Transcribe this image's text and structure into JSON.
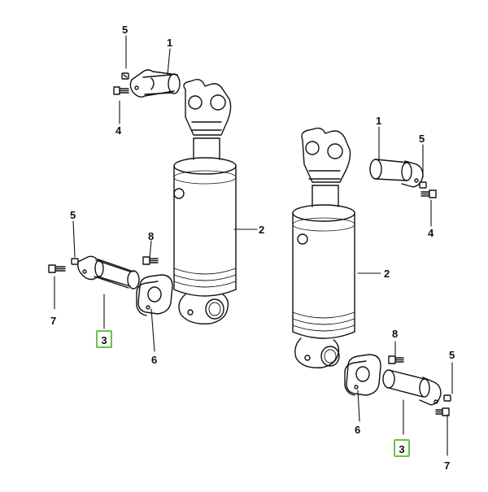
{
  "diagram": {
    "callouts": {
      "left": {
        "pin_long": "1",
        "cylinder": "2",
        "pin_lower": "3",
        "bolt_a": "4",
        "grease_top": "5",
        "grease_lower": "5",
        "spacer": "6",
        "bolt_lower": "7",
        "bolt_spacer": "8"
      },
      "right": {
        "pin_long": "1",
        "cylinder": "2",
        "pin_lower": "3",
        "bolt_a": "4",
        "grease_top": "5",
        "grease_lower": "5",
        "spacer": "6",
        "bolt_lower": "7",
        "bolt_spacer": "8"
      }
    },
    "highlight_color": "#6cc04a"
  }
}
